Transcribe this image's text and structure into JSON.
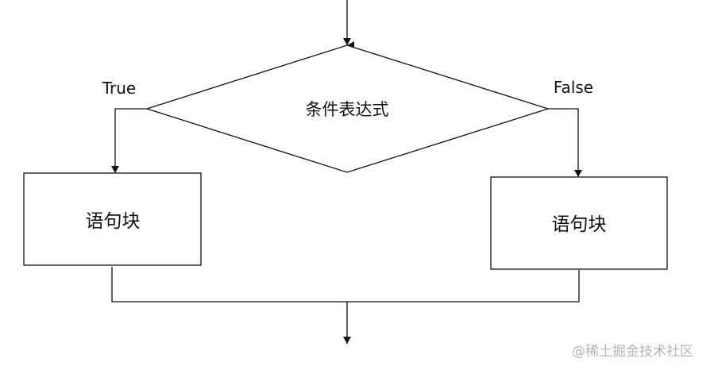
{
  "diagram": {
    "condition": "条件表达式",
    "true_label": "True",
    "false_label": "False",
    "true_block": "语句块",
    "false_block": "语句块"
  },
  "watermark": "@稀土掘金技术社区"
}
